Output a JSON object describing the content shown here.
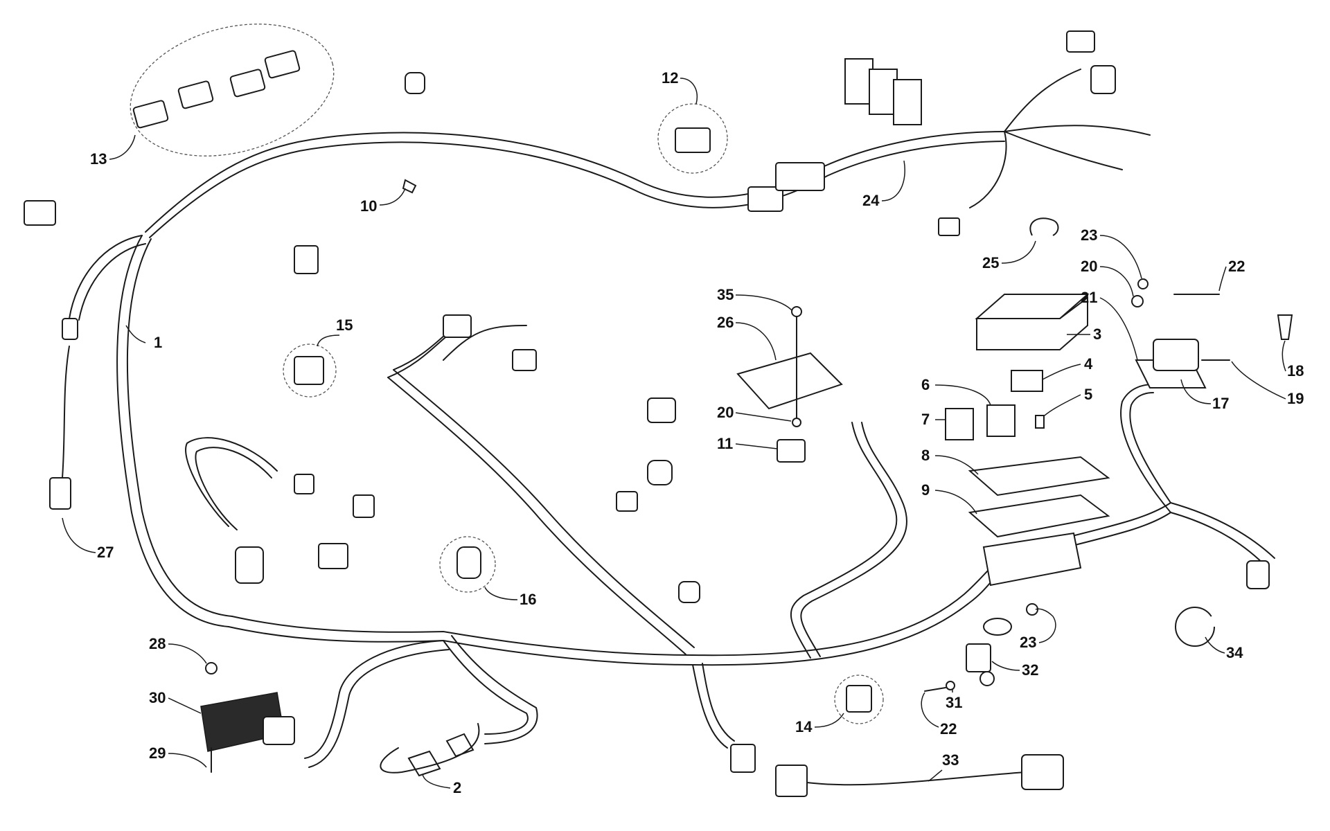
{
  "callouts": [
    "1",
    "2",
    "3",
    "4",
    "5",
    "6",
    "7",
    "8",
    "9",
    "10",
    "11",
    "12",
    "13",
    "14",
    "15",
    "16",
    "17",
    "18",
    "19",
    "20",
    "20",
    "21",
    "22",
    "22",
    "23",
    "23",
    "24",
    "25",
    "26",
    "27",
    "28",
    "29",
    "30",
    "31",
    "32",
    "33",
    "34",
    "35"
  ]
}
